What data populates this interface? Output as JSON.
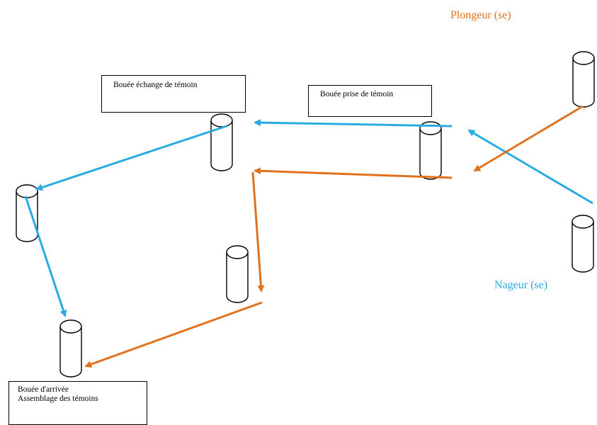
{
  "labels": {
    "exchange_buoy": "Bouée échange de témoin",
    "take_buoy": "Bouée prise de témoin",
    "finish_buoy_line1": "Bouée d'arrivée",
    "finish_buoy_line2": "Assemblage des témoins"
  },
  "legend": {
    "diver": "Plongeur (se)",
    "swimmer": "Nageur (se)"
  },
  "colors": {
    "diver": "#E2711D",
    "swimmer": "#29ABE2",
    "buoy_stroke": "#000000"
  }
}
